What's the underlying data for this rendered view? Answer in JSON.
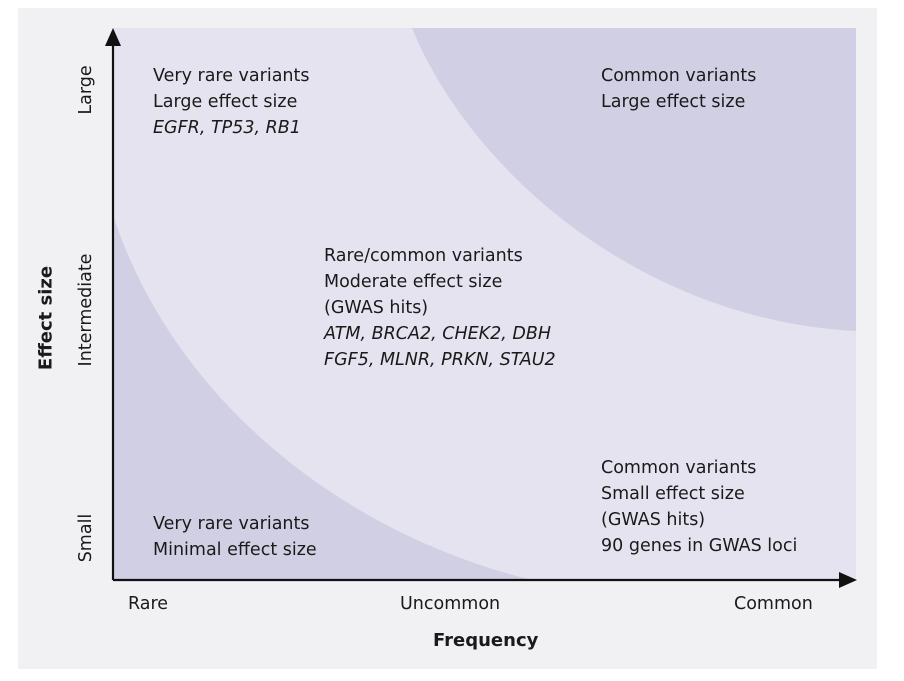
{
  "colors": {
    "panel_bg": "#f1f1f4",
    "plot_bg": "#e4e3ef",
    "region_dark": "#d1cfe4",
    "axis": "#111111"
  },
  "axes": {
    "x_title": "Frequency",
    "y_title": "Effect size",
    "x_ticks": [
      "Rare",
      "Uncommon",
      "Common"
    ],
    "y_ticks": [
      "Large",
      "Intermediate",
      "Small"
    ]
  },
  "regions": {
    "top_left": {
      "line1": "Very rare variants",
      "line2": "Large effect size",
      "genes": "EGFR, TP53, RB1"
    },
    "top_right": {
      "line1": "Common variants",
      "line2": "Large effect size"
    },
    "middle": {
      "line1": "Rare/common variants",
      "line2": "Moderate effect size",
      "line3": "(GWAS hits)",
      "genes1": "ATM, BRCA2, CHEK2, DBH",
      "genes2": "FGF5, MLNR, PRKN, STAU2"
    },
    "bottom_left": {
      "line1": "Very rare variants",
      "line2": "Minimal effect size"
    },
    "bottom_right": {
      "line1": "Common variants",
      "line2": "Small effect size",
      "line3": "(GWAS hits)",
      "line4": "90 genes in GWAS loci"
    }
  }
}
